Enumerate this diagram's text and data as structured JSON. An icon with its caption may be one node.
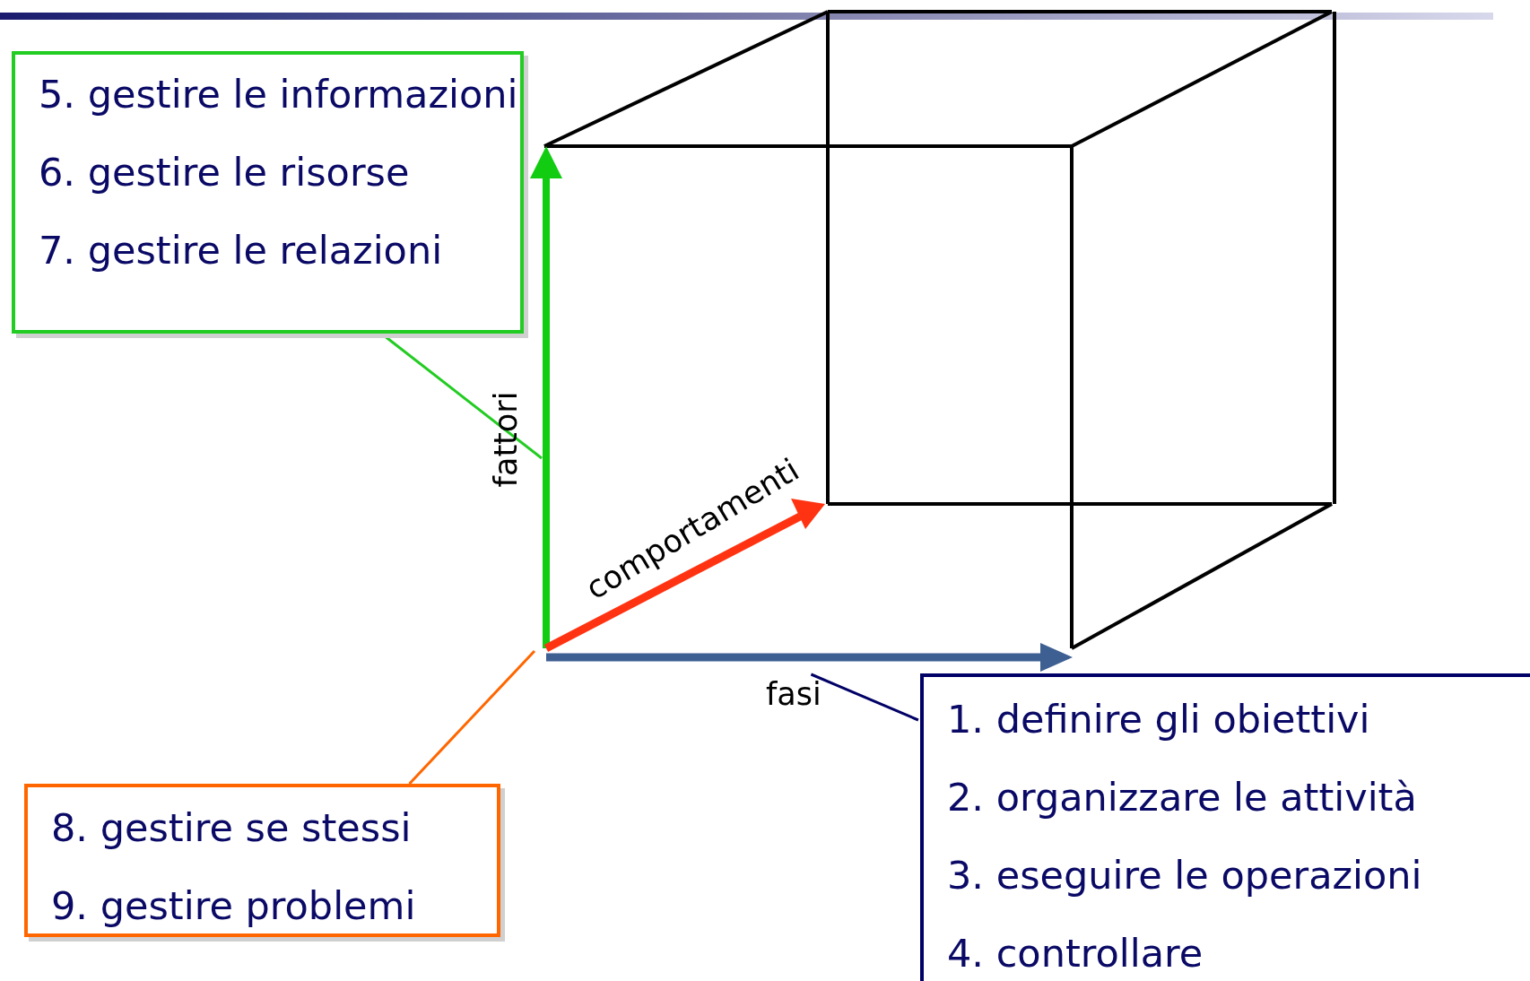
{
  "diagram": {
    "nodes": [
      {
        "text": [
          "5. gestire le informazioni",
          "6. gestire le risorse",
          "7. gestire le relazioni"
        ]
      },
      {
        "text": [
          "8. gestire se stessi",
          "9. gestire problemi"
        ]
      },
      {
        "text": [
          "1. definire gli obiettivi",
          "2. organizzare le attività",
          "3. eseguire le operazioni",
          "4. controllare"
        ]
      },
      {
        "text": [
          "fasi"
        ]
      }
    ],
    "edges": [
      {
        "from": 0,
        "to": null,
        "arrow": "none",
        "color": "#22cc22"
      },
      {
        "from": 1,
        "to": null,
        "arrow": "none",
        "color": "#ff6600"
      },
      {
        "from": 3,
        "to": 2,
        "arrow": "none",
        "color": "#000066"
      }
    ],
    "labels": [
      "fattori",
      "comportamenti"
    ]
  }
}
